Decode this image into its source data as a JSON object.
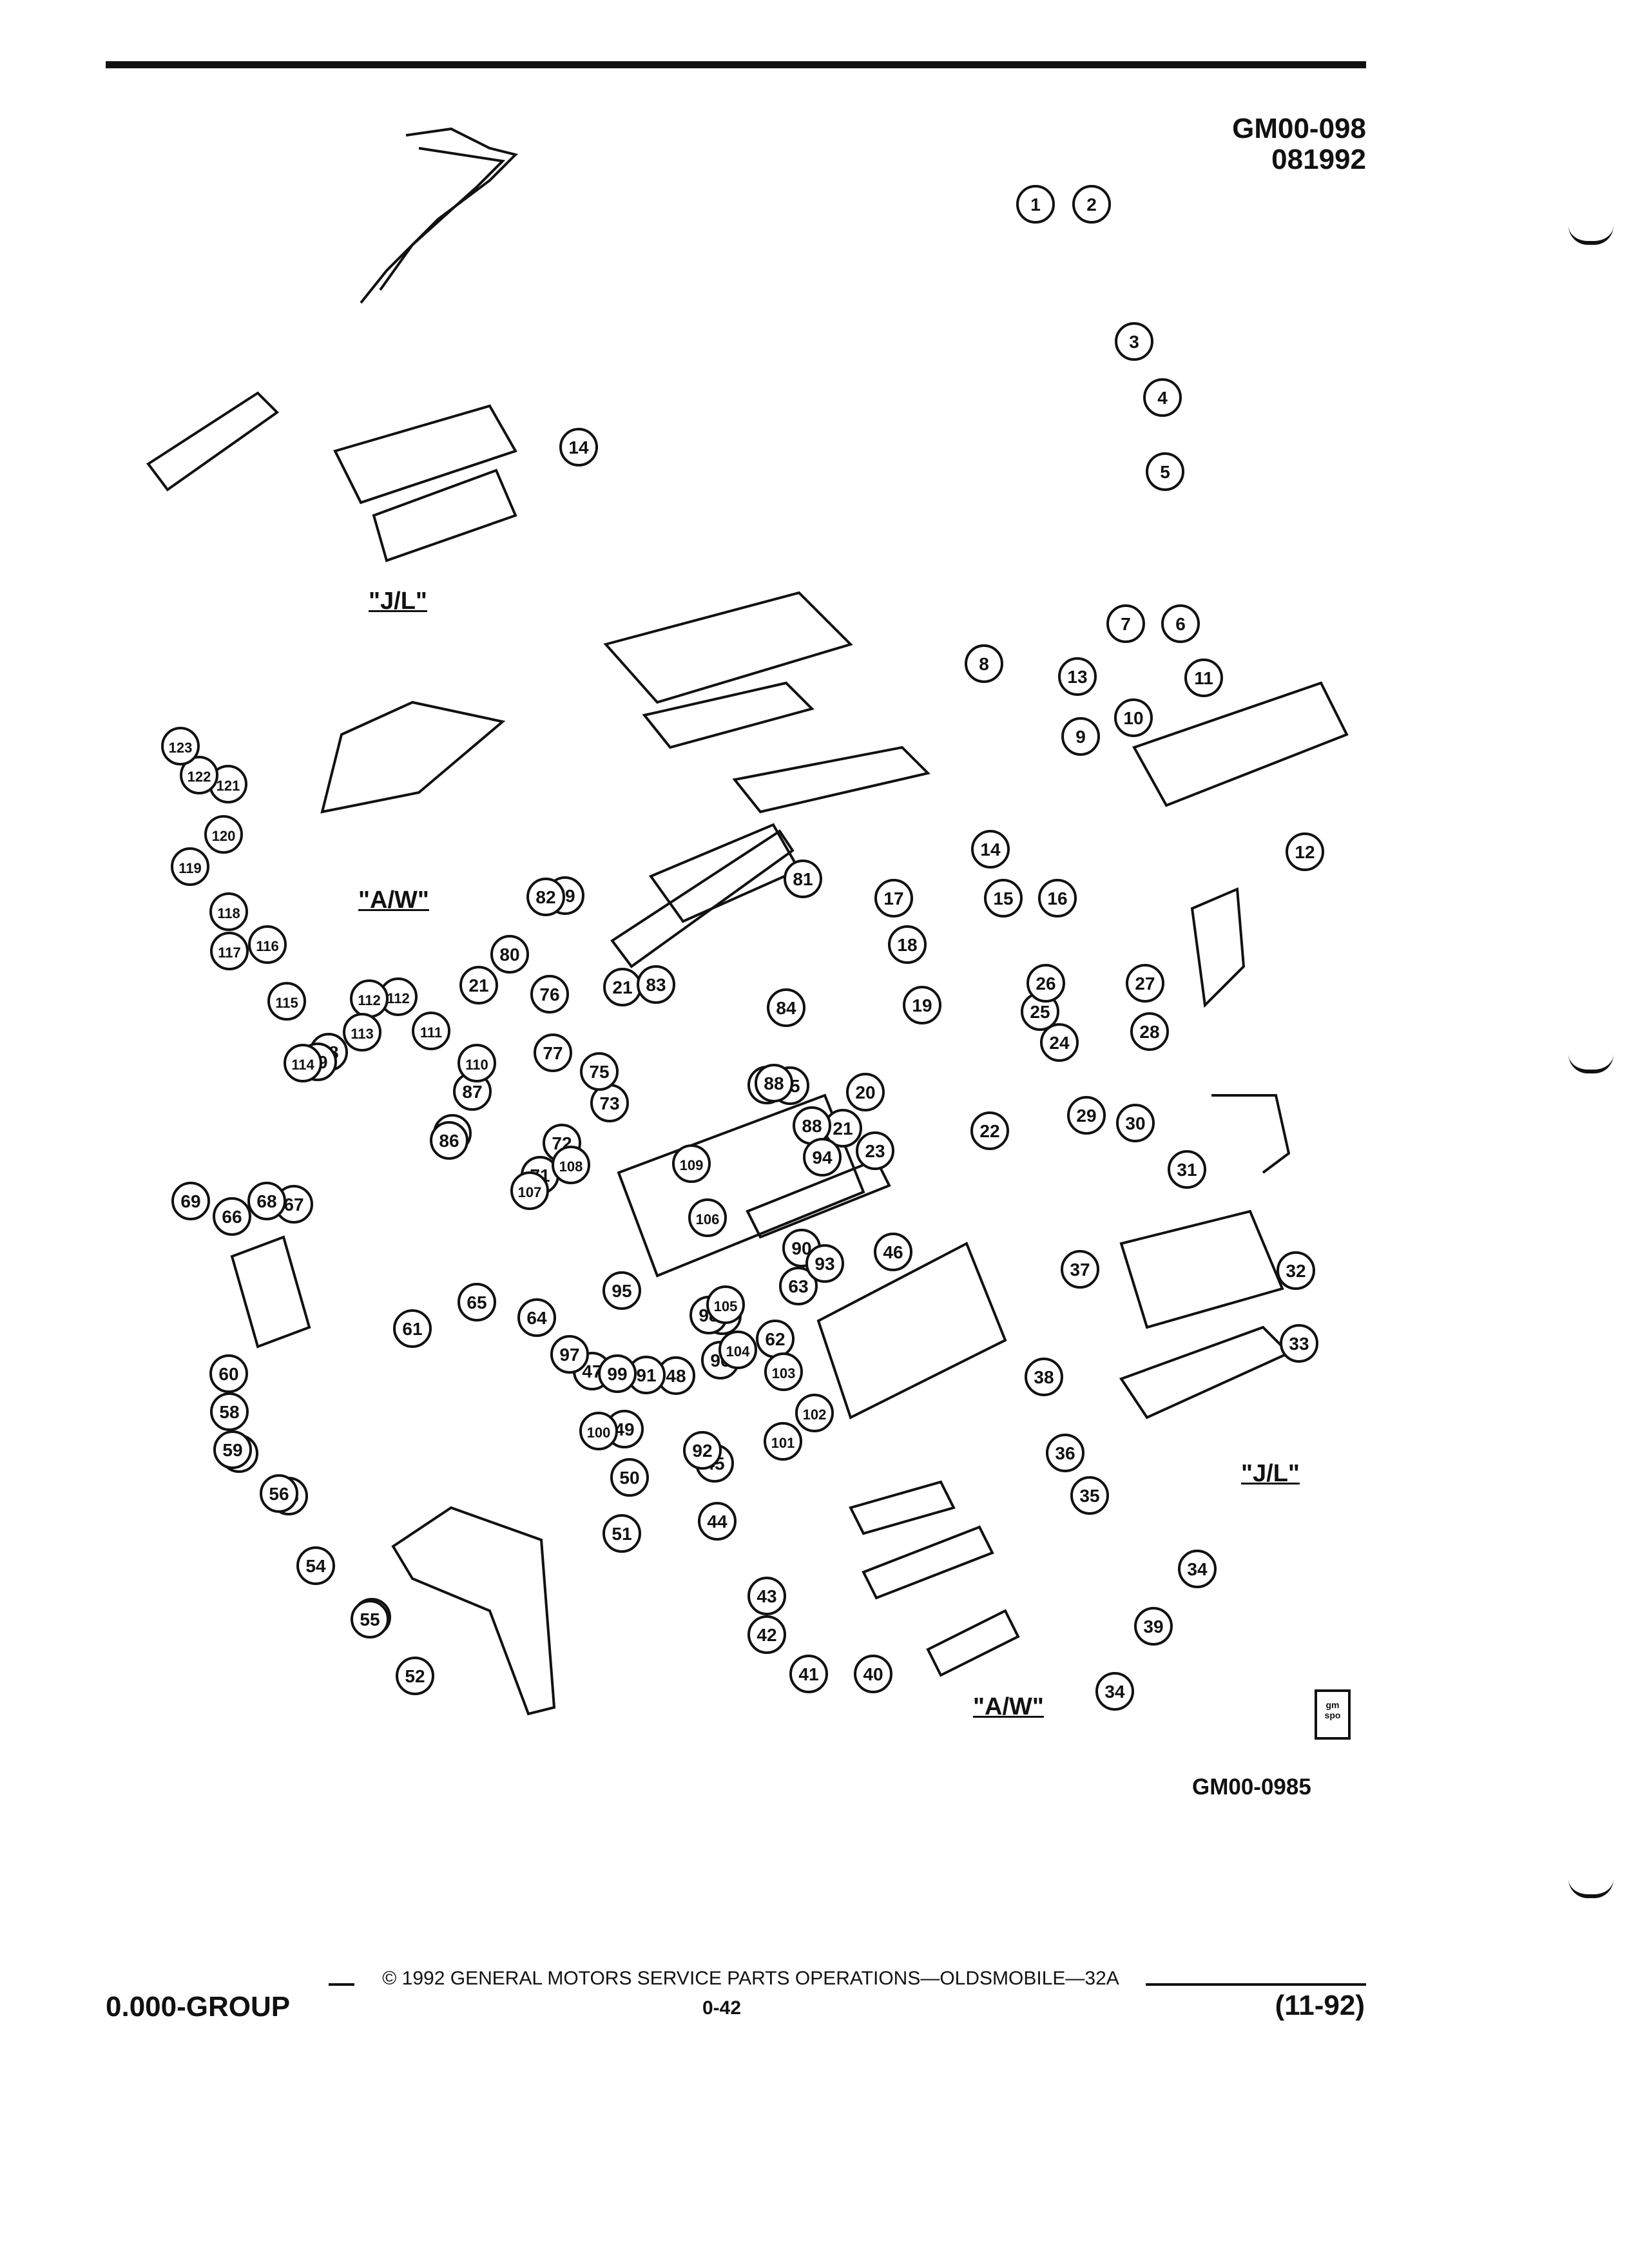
{
  "header": {
    "code_line1": "GM00-098",
    "code_line2": "081992"
  },
  "figure": {
    "label": "GM00-0985",
    "variants": [
      "\"J/L\"",
      "\"A/W\"",
      "\"A/W\"",
      "\"J/L\""
    ],
    "logo_text": "gm spo",
    "callouts": [
      "1",
      "2",
      "3",
      "4",
      "5",
      "6",
      "7",
      "8",
      "9",
      "10",
      "11",
      "12",
      "13",
      "14",
      "14",
      "15",
      "16",
      "17",
      "18",
      "19",
      "20",
      "21",
      "21",
      "21",
      "22",
      "23",
      "24",
      "25",
      "26",
      "27",
      "28",
      "29",
      "30",
      "31",
      "32",
      "33",
      "34",
      "34",
      "35",
      "36",
      "37",
      "38",
      "39",
      "40",
      "41",
      "42",
      "43",
      "44",
      "45",
      "46",
      "47",
      "48",
      "49",
      "50",
      "51",
      "52",
      "53",
      "54",
      "55",
      "55",
      "56",
      "57",
      "58",
      "59",
      "60",
      "61",
      "62",
      "63",
      "64",
      "65",
      "66",
      "67",
      "68",
      "69",
      "70",
      "71",
      "72",
      "73",
      "74",
      "75",
      "76",
      "77",
      "78",
      "79",
      "79",
      "80",
      "81",
      "82",
      "83",
      "84",
      "85",
      "86",
      "87",
      "88",
      "88",
      "89",
      "90",
      "91",
      "92",
      "93",
      "94",
      "95",
      "96",
      "97",
      "98",
      "99",
      "100",
      "101",
      "102",
      "103",
      "104",
      "105",
      "106",
      "107",
      "108",
      "109",
      "110",
      "111",
      "112",
      "112",
      "113",
      "114",
      "115",
      "116",
      "117",
      "118",
      "119",
      "120",
      "121",
      "122",
      "123"
    ]
  },
  "footer": {
    "copyright": "© 1992 GENERAL MOTORS SERVICE PARTS OPERATIONS—OLDSMOBILE—32A",
    "group": "0.000-GROUP",
    "page": "0-42",
    "date": "(11-92)"
  },
  "colors": {
    "ink": "#111111",
    "paper": "#ffffff"
  }
}
